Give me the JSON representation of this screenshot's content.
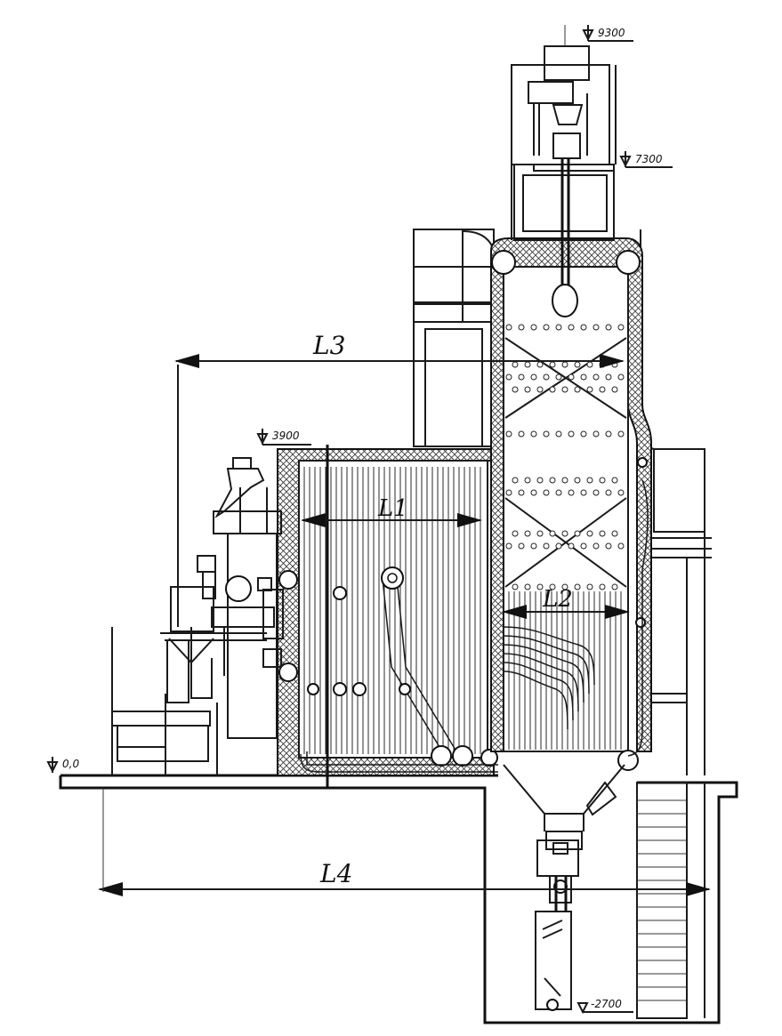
{
  "drawing": {
    "type": "boiler-unit-sectional-elevation",
    "level_marks": {
      "top": "9300",
      "upper": "7300",
      "furnace_top": "3900",
      "ground": "0,0",
      "pit_bottom": "-2700"
    },
    "dimensions": {
      "L1": "L1",
      "L2": "L2",
      "L3": "L3",
      "L4": "L4"
    }
  }
}
